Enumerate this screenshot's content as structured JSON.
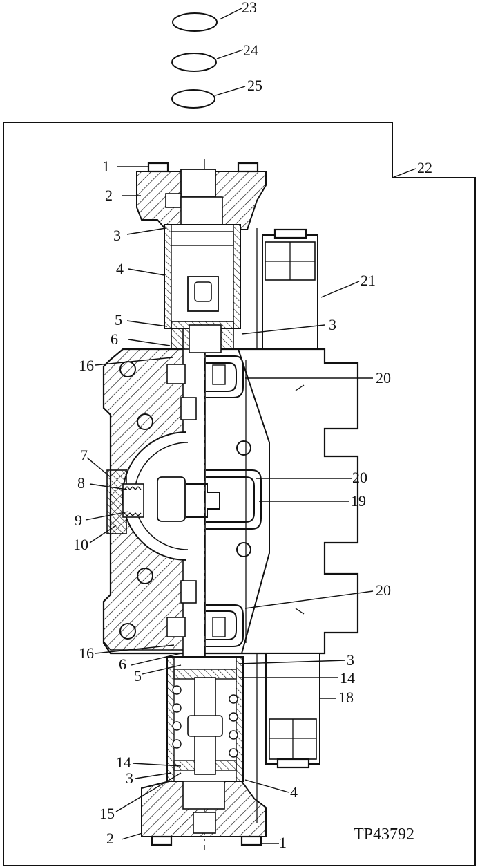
{
  "drawing_code": "TP43792",
  "callouts": {
    "c1a": "1",
    "c1b": "1",
    "c2a": "2",
    "c2b": "2",
    "c3a": "3",
    "c3b": "3",
    "c3c": "3",
    "c3d": "3",
    "c4a": "4",
    "c4b": "4",
    "c5a": "5",
    "c5b": "5",
    "c6a": "6",
    "c6b": "6",
    "c7": "7",
    "c8": "8",
    "c9": "9",
    "c10": "10",
    "c14a": "14",
    "c14b": "14",
    "c15": "15",
    "c16a": "16",
    "c16b": "16",
    "c18": "18",
    "c19": "19",
    "c20a": "20",
    "c20b": "20",
    "c20c": "20",
    "c21": "21",
    "c22": "22",
    "c23": "23",
    "c24": "24",
    "c25": "25"
  }
}
